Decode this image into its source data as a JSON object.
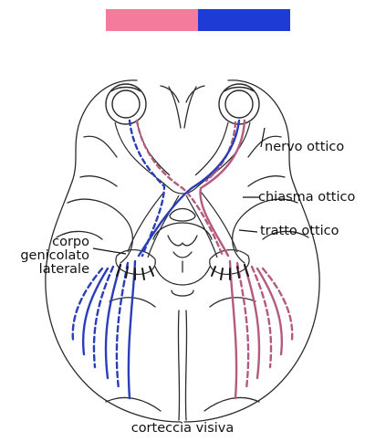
{
  "legend": {
    "left_color": "#f47b9c",
    "right_color": "#1e3bd6"
  },
  "colors": {
    "pink_pathway": "#b55a7f",
    "blue_pathway": "#2b3db8",
    "outline": "#2a2a2a"
  },
  "labels": {
    "optic_nerve": "nervo ottico",
    "optic_chiasm": "chiasma ottico",
    "optic_tract": "tratto ottico",
    "lgn_line1": "corpo",
    "lgn_line2": "genicolato",
    "lgn_line3": "laterale",
    "visual_cortex": "corteccia visiva"
  }
}
